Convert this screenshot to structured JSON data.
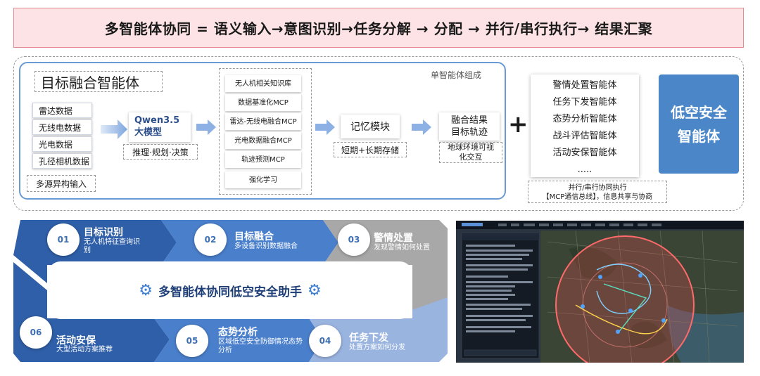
{
  "banner": {
    "text": "多智能体协同 = 语义输入→意图识别→任务分解 → 分配 → 并行/串行执行→ 结果汇聚"
  },
  "panel": {
    "title": "目标融合智能体",
    "single_label": "单智能体组成",
    "inputs": [
      "雷达数据",
      "无线电数据",
      "光电数据",
      "孔径相机数据"
    ],
    "inputs_caption": "多源异构输入",
    "model": {
      "name": "Qwen3.5",
      "sub": "大模型",
      "caption": "推理·规划·决策"
    },
    "mcp": [
      "无人机相关知识库",
      "数据基准化MCP",
      "雷达-无线电融合MCP",
      "光电数据融合MCP",
      "轨迹预测MCP",
      "强化学习"
    ],
    "memory": {
      "name": "记忆模块",
      "caption": "短期+长期存储"
    },
    "fusion": {
      "line1": "融合结果",
      "line2": "目标轨迹",
      "caption": "地球环境可视化交互"
    }
  },
  "plus": "+",
  "agents": [
    "警情处置智能体",
    "任务下发智能体",
    "态势分析智能体",
    "战斗评估智能体",
    "活动安保智能体",
    "....."
  ],
  "security": {
    "line1": "低空安全",
    "line2": "智能体"
  },
  "bus": {
    "line1": "并行/串行协同执行",
    "line2": "【MCP通信总线】，信息共享与协商"
  },
  "cycle": {
    "center": "多智能体协同低空安全助手",
    "steps": [
      {
        "num": "01",
        "title": "目标识别",
        "sub": "无人机特征查询识别"
      },
      {
        "num": "02",
        "title": "目标融合",
        "sub": "多设备识别数据融合"
      },
      {
        "num": "03",
        "title": "警情处置",
        "sub": "发现警情如何处置"
      },
      {
        "num": "04",
        "title": "任务下发",
        "sub": "处置方案如何分发"
      },
      {
        "num": "05",
        "title": "态势分析",
        "sub": "区域低空安全防御情况态势分析"
      },
      {
        "num": "06",
        "title": "活动安保",
        "sub": "大型活动方案推荐"
      }
    ],
    "colors": {
      "blue_dark": "#2f5fa8",
      "blue_mid": "#4a7fcb",
      "blue_light": "#9ab4e0",
      "gray": "#a8a8a8"
    }
  },
  "map": {
    "app_title": "低空安全智能体平台"
  }
}
